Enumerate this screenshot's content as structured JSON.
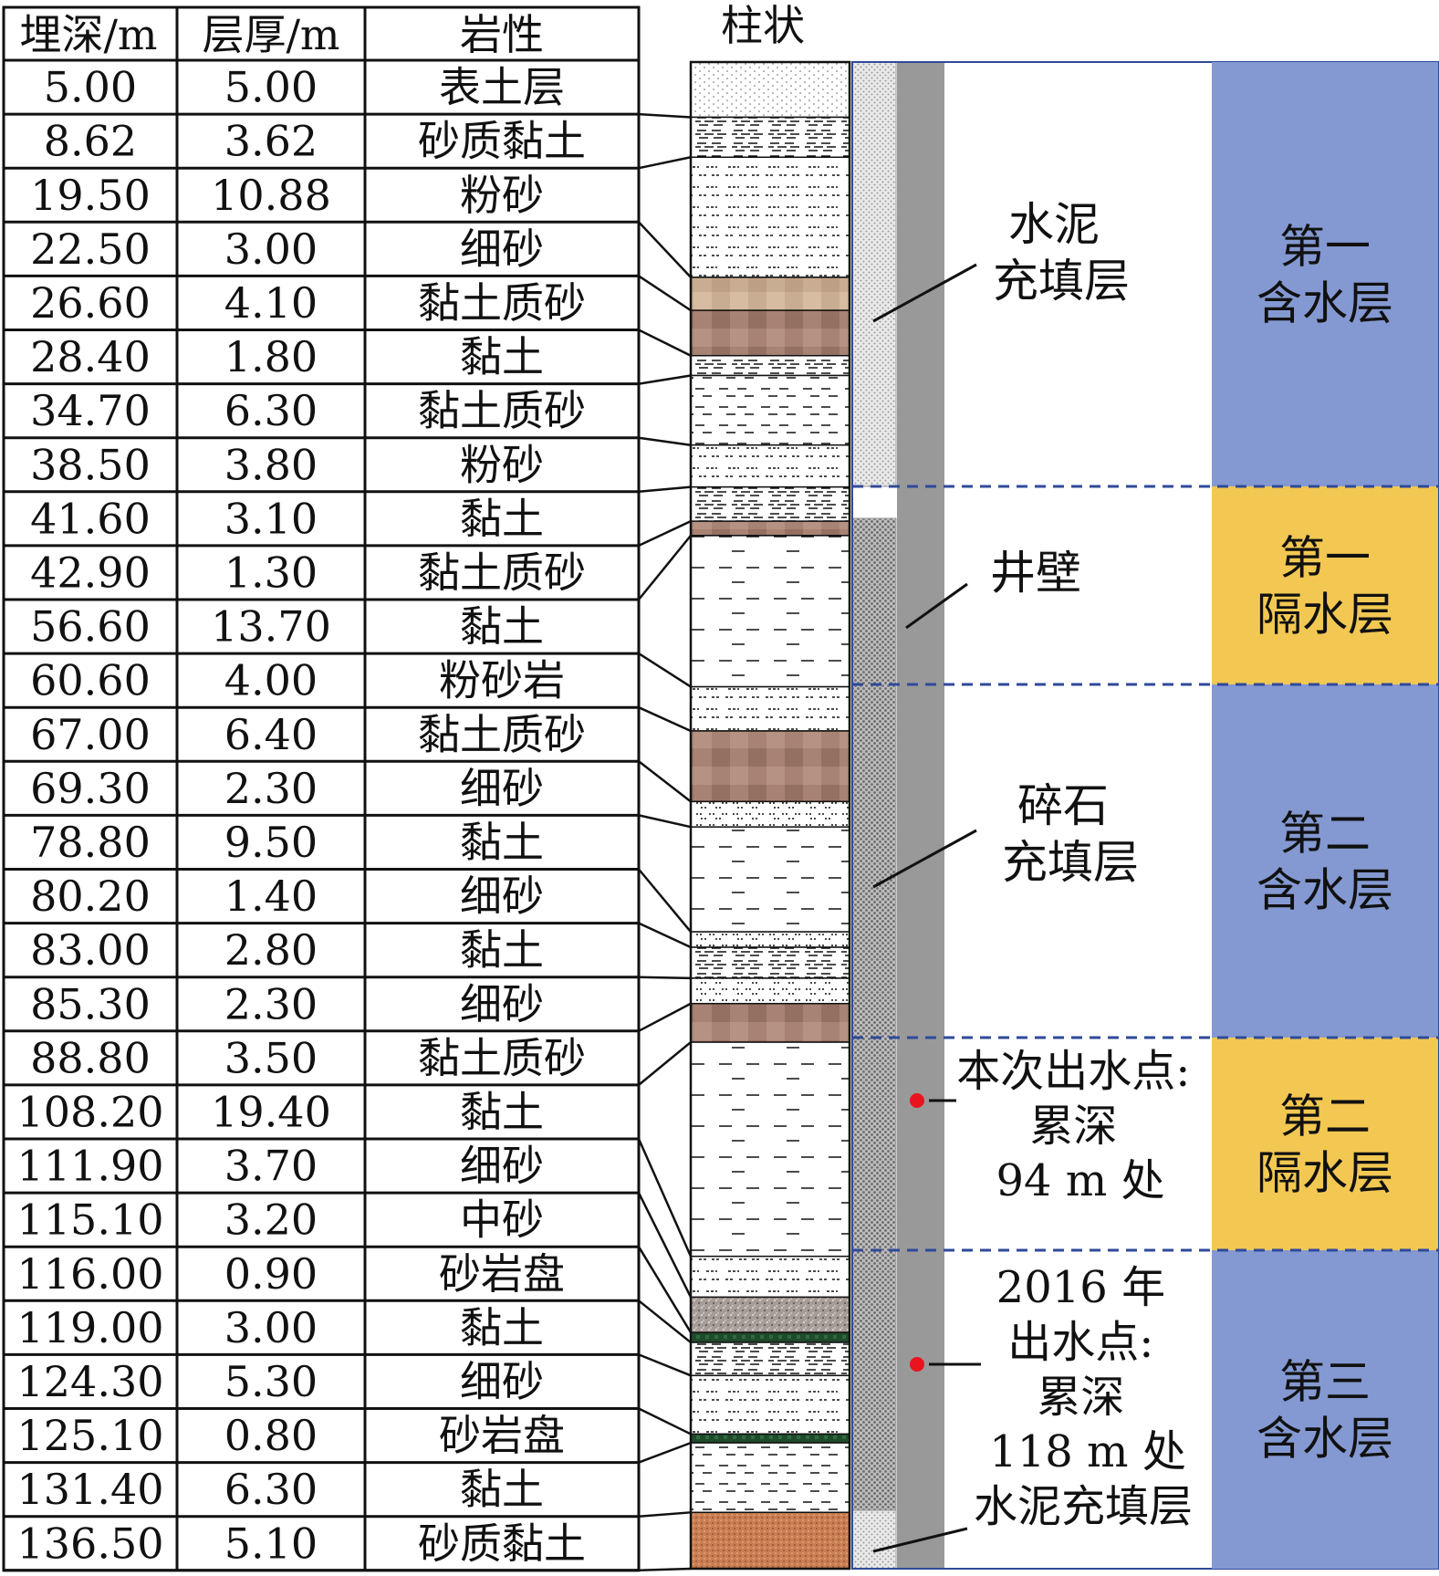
{
  "table": {
    "headers": [
      "埋深/m",
      "层厚/m",
      "岩性"
    ],
    "rows": [
      {
        "depth": "5.00",
        "thickness": "5.00",
        "lithology": "表土层"
      },
      {
        "depth": "8.62",
        "thickness": "3.62",
        "lithology": "砂质黏土"
      },
      {
        "depth": "19.50",
        "thickness": "10.88",
        "lithology": "粉砂"
      },
      {
        "depth": "22.50",
        "thickness": "3.00",
        "lithology": "细砂"
      },
      {
        "depth": "26.60",
        "thickness": "4.10",
        "lithology": "黏土质砂"
      },
      {
        "depth": "28.40",
        "thickness": "1.80",
        "lithology": "黏土"
      },
      {
        "depth": "34.70",
        "thickness": "6.30",
        "lithology": "黏土质砂"
      },
      {
        "depth": "38.50",
        "thickness": "3.80",
        "lithology": "粉砂"
      },
      {
        "depth": "41.60",
        "thickness": "3.10",
        "lithology": "黏土"
      },
      {
        "depth": "42.90",
        "thickness": "1.30",
        "lithology": "黏土质砂"
      },
      {
        "depth": "56.60",
        "thickness": "13.70",
        "lithology": "黏土"
      },
      {
        "depth": "60.60",
        "thickness": "4.00",
        "lithology": "粉砂岩"
      },
      {
        "depth": "67.00",
        "thickness": "6.40",
        "lithology": "黏土质砂"
      },
      {
        "depth": "69.30",
        "thickness": "2.30",
        "lithology": "细砂"
      },
      {
        "depth": "78.80",
        "thickness": "9.50",
        "lithology": "黏土"
      },
      {
        "depth": "80.20",
        "thickness": "1.40",
        "lithology": "细砂"
      },
      {
        "depth": "83.00",
        "thickness": "2.80",
        "lithology": "黏土"
      },
      {
        "depth": "85.30",
        "thickness": "2.30",
        "lithology": "细砂"
      },
      {
        "depth": "88.80",
        "thickness": "3.50",
        "lithology": "黏土质砂"
      },
      {
        "depth": "108.20",
        "thickness": "19.40",
        "lithology": "黏土"
      },
      {
        "depth": "111.90",
        "thickness": "3.70",
        "lithology": "细砂"
      },
      {
        "depth": "115.10",
        "thickness": "3.20",
        "lithology": "中砂"
      },
      {
        "depth": "116.00",
        "thickness": "0.90",
        "lithology": "砂岩盘"
      },
      {
        "depth": "119.00",
        "thickness": "3.00",
        "lithology": "黏土"
      },
      {
        "depth": "124.30",
        "thickness": "5.30",
        "lithology": "细砂"
      },
      {
        "depth": "125.10",
        "thickness": "0.80",
        "lithology": "砂岩盘"
      },
      {
        "depth": "131.40",
        "thickness": "6.30",
        "lithology": "黏土"
      },
      {
        "depth": "136.50",
        "thickness": "5.10",
        "lithology": "砂质黏土"
      }
    ]
  },
  "column": {
    "title": "柱状",
    "layers": [
      {
        "pattern": "dots"
      },
      {
        "pattern": "sandyclay"
      },
      {
        "pattern": "silt"
      },
      {
        "pattern": "photo-light"
      },
      {
        "pattern": "photo-dark"
      },
      {
        "pattern": "sandyclay"
      },
      {
        "pattern": "clay-fine"
      },
      {
        "pattern": "silt"
      },
      {
        "pattern": "sandyclay"
      },
      {
        "pattern": "photo-dark"
      },
      {
        "pattern": "clay"
      },
      {
        "pattern": "silt"
      },
      {
        "pattern": "photo-dark"
      },
      {
        "pattern": "fine-sand"
      },
      {
        "pattern": "clay"
      },
      {
        "pattern": "fine-sand"
      },
      {
        "pattern": "sandyclay"
      },
      {
        "pattern": "fine-sand"
      },
      {
        "pattern": "photo-dark"
      },
      {
        "pattern": "clay"
      },
      {
        "pattern": "silt"
      },
      {
        "pattern": "speckle"
      },
      {
        "pattern": "green"
      },
      {
        "pattern": "sandyclay"
      },
      {
        "pattern": "silt"
      },
      {
        "pattern": "green"
      },
      {
        "pattern": "clay-fine"
      },
      {
        "pattern": "orange"
      }
    ]
  },
  "well": {
    "labels": {
      "cement_top": [
        "水泥",
        "充填层"
      ],
      "shaft_wall": [
        "井壁"
      ],
      "gravel": [
        "碎石",
        "充填层"
      ],
      "cement_bottom": [
        "水泥充填层"
      ]
    },
    "water_points": [
      {
        "lines": [
          "本次出水点:",
          "累深",
          "94 m 处"
        ]
      },
      {
        "lines": [
          "2016 年",
          "出水点:",
          "累深",
          "118 m 处"
        ]
      }
    ]
  },
  "aquifers": [
    {
      "lines": [
        "第一",
        "含水层"
      ],
      "kind": "aquifer"
    },
    {
      "lines": [
        "第一",
        "隔水层"
      ],
      "kind": "aquitard"
    },
    {
      "lines": [
        "第二",
        "含水层"
      ],
      "kind": "aquifer"
    },
    {
      "lines": [
        "第二",
        "隔水层"
      ],
      "kind": "aquitard"
    },
    {
      "lines": [
        "第三",
        "含水层"
      ],
      "kind": "aquifer"
    }
  ],
  "colors": {
    "aquifer": "#8499d2",
    "aquitard": "#f2c852",
    "shaft_wall": "#999999",
    "boundary": "#2f4a9a",
    "water_point": "#e8141e"
  }
}
